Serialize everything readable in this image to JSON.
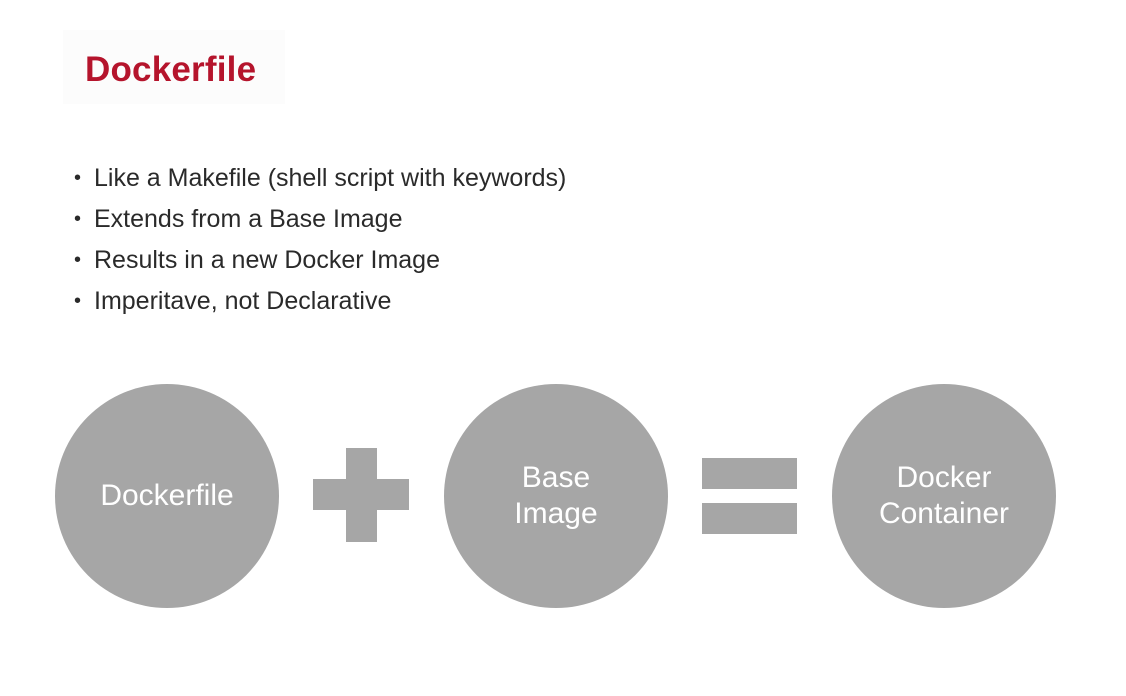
{
  "slide": {
    "title": "Dockerfile",
    "bullets": [
      "Like a Makefile (shell script with keywords)",
      "Extends from a Base Image",
      "Results in a new Docker Image",
      "Imperitave, not Declarative"
    ]
  },
  "diagram": {
    "nodes": [
      "Dockerfile",
      "Base\nImage",
      "Docker\nContainer"
    ],
    "operators": [
      "plus",
      "equals"
    ],
    "colors": {
      "node": "#a6a6a6",
      "title": "#b5142c"
    }
  }
}
